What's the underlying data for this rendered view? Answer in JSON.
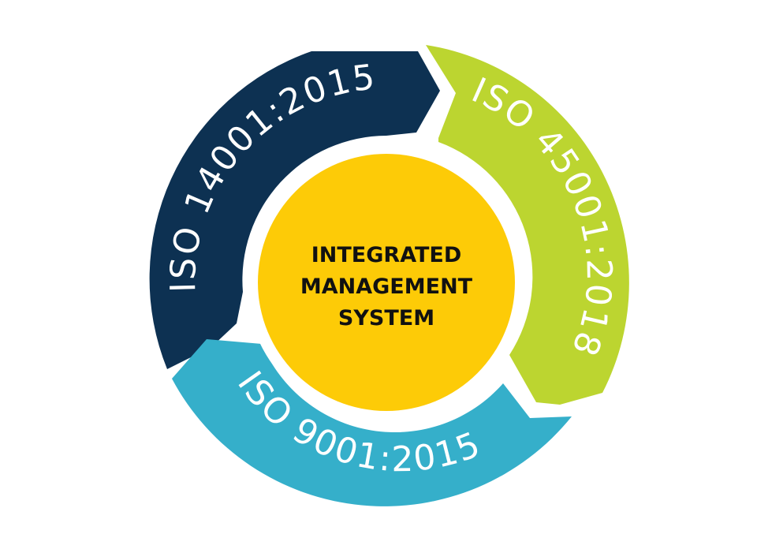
{
  "diagram": {
    "center": {
      "lines": [
        "INTEGRATED",
        "MANAGEMENT",
        "SYSTEM"
      ],
      "color": "#FDCB07",
      "text_color": "#111111"
    },
    "segments": [
      {
        "label": "ISO 14001:2015",
        "color": "#0D3152",
        "position": "upper-left"
      },
      {
        "label": "ISO 45001:2018",
        "color": "#BCD530",
        "position": "right"
      },
      {
        "label": "ISO 9001:2015",
        "color": "#35AFCA",
        "position": "bottom"
      }
    ],
    "text_color": "#FFFFFF"
  }
}
